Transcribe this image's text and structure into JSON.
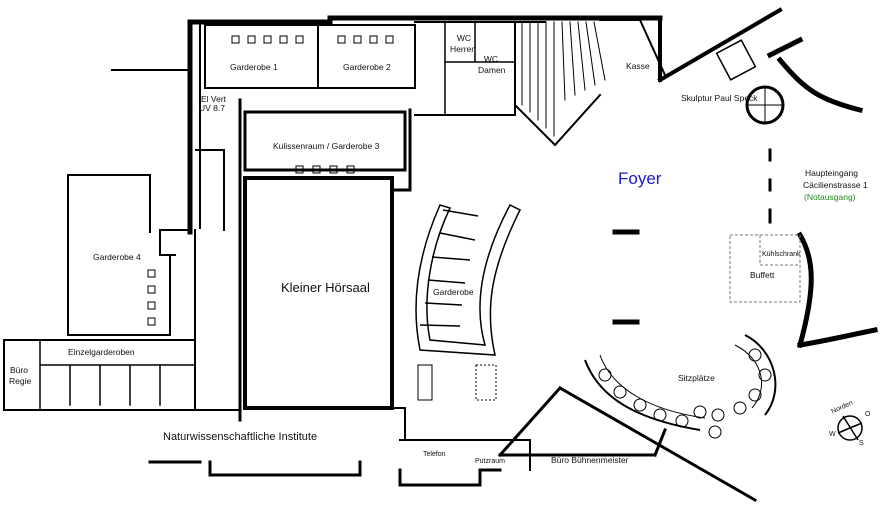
{
  "labels": {
    "garderobe1": "Garderobe 1",
    "garderobe2": "Garderobe 2",
    "wc_herren_1": "WC",
    "wc_herren_2": "Herren",
    "wc_damen_1": "WC",
    "wc_damen_2": "Damen",
    "kasse": "Kasse",
    "skulptur": "Skulptur Paul Speck",
    "el_vert_1": "El Vert",
    "el_vert_2": "UV 8.7",
    "kulissenraum": "Kulissenraum / Garderobe 3",
    "foyer": "Foyer",
    "haupteingang_1": "Haupteingang",
    "haupteingang_2": "Cäcilienstrasse 1",
    "notausgang": "(Notausgang)",
    "garderobe4": "Garderobe 4",
    "kleiner_hoersaal": "Kleiner  Hörsaal",
    "garderobe": "Garderobe",
    "kuehlschrank": "Kühlschrank",
    "buffett": "Buffett",
    "einzelgarderoben": "Einzelgarderoben",
    "buero_regie_1": "Büro",
    "buero_regie_2": "Regie",
    "sitzplaetze": "Sitzplätze",
    "naturwissenschaftliche": "Naturwissenschaftliche Institute",
    "telefon": "Telefon",
    "putzraum": "Putzraum",
    "buero_buehnenmeister": "Büro Bühnenmeister",
    "compass_n": "Norden",
    "compass_o": "O",
    "compass_s": "S",
    "compass_w": "W"
  },
  "colors": {
    "wall": "#000000",
    "foyer": "#1a1acc",
    "notausgang": "#1f8a1f",
    "dashed": "#777777"
  }
}
